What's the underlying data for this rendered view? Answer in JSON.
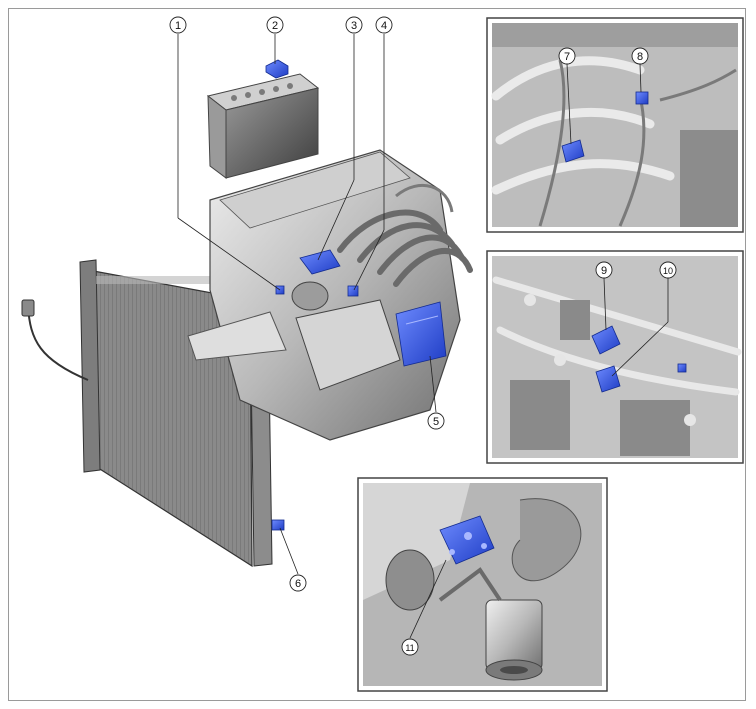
{
  "callouts": {
    "c1": "1",
    "c2": "2",
    "c3": "3",
    "c4": "4",
    "c5": "5",
    "c6": "6",
    "c7": "7",
    "c8": "8",
    "c9": "9",
    "c10": "10",
    "c11": "11"
  },
  "colors": {
    "highlight": "#2b4fd6",
    "metal_light": "#d9d9d9",
    "metal_mid": "#a8a8a8",
    "metal_dark": "#5a5a5a",
    "frame": "#4a4a4a"
  }
}
